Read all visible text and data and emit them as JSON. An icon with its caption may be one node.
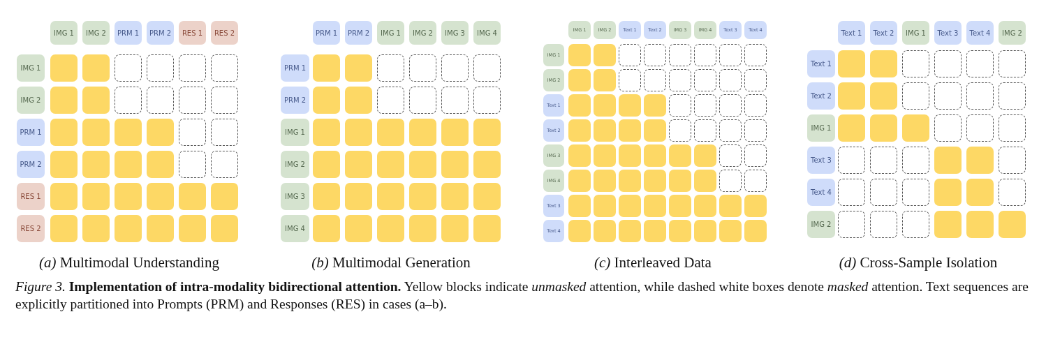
{
  "diagram": {
    "caption": "*Figure 3.* **Implementation of intra-modality bidirectional attention.** Yellow blocks indicate *unmasked* attention, while dashed white boxes denote *masked* attention. Text sequences are explicitly partitioned into Prompts (PRM) and Responses (RES) in cases (a–b).",
    "labels": [
      "*(a)* Multimodal Understanding",
      "*(b)* Multimodal Generation",
      "*(c)* Interleaved Data",
      "*(d)* Cross-Sample Isolation"
    ],
    "nodes": [
      {
        "text": [
          "IMG 1"
        ]
      },
      {
        "text": [
          "IMG 2"
        ]
      },
      {
        "text": [
          "PRM 1"
        ]
      },
      {
        "text": [
          "PRM 2"
        ]
      },
      {
        "text": [
          "RES 1"
        ]
      },
      {
        "text": [
          "RES 2"
        ]
      },
      {
        "text": [
          "IMG 1"
        ]
      },
      {
        "text": [],
        "shape": "block"
      },
      {
        "text": [],
        "shape": "block"
      },
      {
        "text": [],
        "shape": "box"
      },
      {
        "text": [],
        "shape": "box"
      },
      {
        "text": [],
        "shape": "box"
      },
      {
        "text": [],
        "shape": "box"
      },
      {
        "text": [
          "IMG 2"
        ]
      },
      {
        "text": [],
        "shape": "block"
      },
      {
        "text": [],
        "shape": "block"
      },
      {
        "text": [],
        "shape": "box"
      },
      {
        "text": [],
        "shape": "box"
      },
      {
        "text": [],
        "shape": "box"
      },
      {
        "text": [],
        "shape": "box"
      },
      {
        "text": [
          "PRM 1"
        ]
      },
      {
        "text": [],
        "shape": "block"
      },
      {
        "text": [],
        "shape": "block"
      },
      {
        "text": [],
        "shape": "block"
      },
      {
        "text": [],
        "shape": "block"
      },
      {
        "text": [],
        "shape": "box"
      },
      {
        "text": [],
        "shape": "box"
      },
      {
        "text": [
          "PRM 2"
        ]
      },
      {
        "text": [],
        "shape": "block"
      },
      {
        "text": [],
        "shape": "block"
      },
      {
        "text": [],
        "shape": "block"
      },
      {
        "text": [],
        "shape": "block"
      },
      {
        "text": [],
        "shape": "box"
      },
      {
        "text": [],
        "shape": "box"
      },
      {
        "text": [
          "RES 1"
        ]
      },
      {
        "text": [],
        "shape": "block"
      },
      {
        "text": [],
        "shape": "block"
      },
      {
        "text": [],
        "shape": "block"
      },
      {
        "text": [],
        "shape": "block"
      },
      {
        "text": [],
        "shape": "block"
      },
      {
        "text": [],
        "shape": "block"
      },
      {
        "text": [
          "RES 2"
        ]
      },
      {
        "text": [],
        "shape": "block"
      },
      {
        "text": [],
        "shape": "block"
      },
      {
        "text": [],
        "shape": "block"
      },
      {
        "text": [],
        "shape": "block"
      },
      {
        "text": [],
        "shape": "block"
      },
      {
        "text": [],
        "shape": "block"
      },
      {
        "text": [
          "PRM 1"
        ]
      },
      {
        "text": [
          "PRM 2"
        ]
      },
      {
        "text": [
          "IMG 1"
        ]
      },
      {
        "text": [
          "IMG 2"
        ]
      },
      {
        "text": [
          "IMG 3"
        ]
      },
      {
        "text": [
          "IMG 4"
        ]
      },
      {
        "text": [
          "PRM 1"
        ]
      },
      {
        "text": [],
        "shape": "block"
      },
      {
        "text": [],
        "shape": "block"
      },
      {
        "text": [],
        "shape": "box"
      },
      {
        "text": [],
        "shape": "box"
      },
      {
        "text": [],
        "shape": "box"
      },
      {
        "text": [],
        "shape": "box"
      },
      {
        "text": [
          "PRM 2"
        ]
      },
      {
        "text": [],
        "shape": "block"
      },
      {
        "text": [],
        "shape": "block"
      },
      {
        "text": [],
        "shape": "box"
      },
      {
        "text": [],
        "shape": "box"
      },
      {
        "text": [],
        "shape": "box"
      },
      {
        "text": [],
        "shape": "box"
      },
      {
        "text": [
          "IMG 1"
        ]
      },
      {
        "text": [],
        "shape": "block"
      },
      {
        "text": [],
        "shape": "block"
      },
      {
        "text": [],
        "shape": "block"
      },
      {
        "text": [],
        "shape": "block"
      },
      {
        "text": [],
        "shape": "block"
      },
      {
        "text": [],
        "shape": "block"
      },
      {
        "text": [
          "IMG 2"
        ]
      },
      {
        "text": [],
        "shape": "block"
      },
      {
        "text": [],
        "shape": "block"
      },
      {
        "text": [],
        "shape": "block"
      },
      {
        "text": [],
        "shape": "block"
      },
      {
        "text": [],
        "shape": "block"
      },
      {
        "text": [],
        "shape": "block"
      },
      {
        "text": [
          "IMG 3"
        ]
      },
      {
        "text": [],
        "shape": "block"
      },
      {
        "text": [],
        "shape": "block"
      },
      {
        "text": [],
        "shape": "block"
      },
      {
        "text": [],
        "shape": "block"
      },
      {
        "text": [],
        "shape": "block"
      },
      {
        "text": [],
        "shape": "block"
      },
      {
        "text": [
          "IMG 4"
        ]
      },
      {
        "text": [],
        "shape": "block"
      },
      {
        "text": [],
        "shape": "block"
      },
      {
        "text": [],
        "shape": "block"
      },
      {
        "text": [],
        "shape": "block"
      },
      {
        "text": [],
        "shape": "block"
      },
      {
        "text": [],
        "shape": "block"
      },
      {
        "text": [
          "IMG 1"
        ]
      },
      {
        "text": [
          "IMG 2"
        ]
      },
      {
        "text": [
          "Text 1"
        ]
      },
      {
        "text": [
          "Text 2"
        ]
      },
      {
        "text": [
          "IMG 3"
        ]
      },
      {
        "text": [
          "IMG 4"
        ]
      },
      {
        "text": [
          "Text 3"
        ]
      },
      {
        "text": [
          "Text 4"
        ]
      },
      {
        "text": [
          "IMG 1"
        ]
      },
      {
        "text": [],
        "shape": "block"
      },
      {
        "text": [],
        "shape": "block"
      },
      {
        "text": [],
        "shape": "box"
      },
      {
        "text": [],
        "shape": "box"
      },
      {
        "text": [],
        "shape": "box"
      },
      {
        "text": [],
        "shape": "box"
      },
      {
        "text": [],
        "shape": "box"
      },
      {
        "text": [],
        "shape": "box"
      },
      {
        "text": [
          "IMG 2"
        ]
      },
      {
        "text": [],
        "shape": "block"
      },
      {
        "text": [],
        "shape": "block"
      },
      {
        "text": [],
        "shape": "box"
      },
      {
        "text": [],
        "shape": "box"
      },
      {
        "text": [],
        "shape": "box"
      },
      {
        "text": [],
        "shape": "box"
      },
      {
        "text": [],
        "shape": "box"
      },
      {
        "text": [],
        "shape": "box"
      },
      {
        "text": [
          "Text 1"
        ]
      },
      {
        "text": [],
        "shape": "block"
      },
      {
        "text": [],
        "shape": "block"
      },
      {
        "text": [],
        "shape": "block"
      },
      {
        "text": [],
        "shape": "block"
      },
      {
        "text": [],
        "shape": "box"
      },
      {
        "text": [],
        "shape": "box"
      },
      {
        "text": [],
        "shape": "box"
      },
      {
        "text": [],
        "shape": "box"
      },
      {
        "text": [
          "Text 2"
        ]
      },
      {
        "text": [],
        "shape": "block"
      },
      {
        "text": [],
        "shape": "block"
      },
      {
        "text": [],
        "shape": "block"
      },
      {
        "text": [],
        "shape": "block"
      },
      {
        "text": [],
        "shape": "box"
      },
      {
        "text": [],
        "shape": "box"
      },
      {
        "text": [],
        "shape": "box"
      },
      {
        "text": [],
        "shape": "box"
      },
      {
        "text": [
          "IMG 3"
        ]
      },
      {
        "text": [],
        "shape": "block"
      },
      {
        "text": [],
        "shape": "block"
      },
      {
        "text": [],
        "shape": "block"
      },
      {
        "text": [],
        "shape": "block"
      },
      {
        "text": [],
        "shape": "block"
      },
      {
        "text": [],
        "shape": "block"
      },
      {
        "text": [],
        "shape": "box"
      },
      {
        "text": [],
        "shape": "box"
      },
      {
        "text": [
          "IMG 4"
        ]
      },
      {
        "text": [],
        "shape": "block"
      },
      {
        "text": [],
        "shape": "block"
      },
      {
        "text": [],
        "shape": "block"
      },
      {
        "text": [],
        "shape": "block"
      },
      {
        "text": [],
        "shape": "block"
      },
      {
        "text": [],
        "shape": "block"
      },
      {
        "text": [],
        "shape": "box"
      },
      {
        "text": [],
        "shape": "box"
      },
      {
        "text": [
          "Text 3"
        ]
      },
      {
        "text": [],
        "shape": "block"
      },
      {
        "text": [],
        "shape": "block"
      },
      {
        "text": [],
        "shape": "block"
      },
      {
        "text": [],
        "shape": "block"
      },
      {
        "text": [],
        "shape": "block"
      },
      {
        "text": [],
        "shape": "block"
      },
      {
        "text": [],
        "shape": "block"
      },
      {
        "text": [],
        "shape": "block"
      },
      {
        "text": [
          "Text 4"
        ]
      },
      {
        "text": [],
        "shape": "block"
      },
      {
        "text": [],
        "shape": "block"
      },
      {
        "text": [],
        "shape": "block"
      },
      {
        "text": [],
        "shape": "block"
      },
      {
        "text": [],
        "shape": "block"
      },
      {
        "text": [],
        "shape": "block"
      },
      {
        "text": [],
        "shape": "block"
      },
      {
        "text": [],
        "shape": "block"
      },
      {
        "text": [
          "Text 1"
        ]
      },
      {
        "text": [
          "Text 2"
        ]
      },
      {
        "text": [
          "IMG 1"
        ]
      },
      {
        "text": [
          "Text 3"
        ]
      },
      {
        "text": [
          "Text 4"
        ]
      },
      {
        "text": [
          "IMG 2"
        ]
      },
      {
        "text": [
          "Text 1"
        ]
      },
      {
        "text": [],
        "shape": "block"
      },
      {
        "text": [],
        "shape": "block"
      },
      {
        "text": [],
        "shape": "box"
      },
      {
        "text": [],
        "shape": "box"
      },
      {
        "text": [],
        "shape": "box"
      },
      {
        "text": [],
        "shape": "box"
      },
      {
        "text": [
          "Text 2"
        ]
      },
      {
        "text": [],
        "shape": "block"
      },
      {
        "text": [],
        "shape": "block"
      },
      {
        "text": [],
        "shape": "box"
      },
      {
        "text": [],
        "shape": "box"
      },
      {
        "text": [],
        "shape": "box"
      },
      {
        "text": [],
        "shape": "box"
      },
      {
        "text": [
          "IMG 1"
        ]
      },
      {
        "text": [],
        "shape": "block"
      },
      {
        "text": [],
        "shape": "block"
      },
      {
        "text": [],
        "shape": "block"
      },
      {
        "text": [],
        "shape": "box"
      },
      {
        "text": [],
        "shape": "box"
      },
      {
        "text": [],
        "shape": "box"
      },
      {
        "text": [
          "Text 3"
        ]
      },
      {
        "text": [],
        "shape": "box"
      },
      {
        "text": [],
        "shape": "box"
      },
      {
        "text": [],
        "shape": "box"
      },
      {
        "text": [],
        "shape": "block"
      },
      {
        "text": [],
        "shape": "block"
      },
      {
        "text": [],
        "shape": "box"
      },
      {
        "text": [
          "Text 4"
        ]
      },
      {
        "text": [],
        "shape": "box"
      },
      {
        "text": [],
        "shape": "box"
      },
      {
        "text": [],
        "shape": "box"
      },
      {
        "text": [],
        "shape": "block"
      },
      {
        "text": [],
        "shape": "block"
      },
      {
        "text": [],
        "shape": "box"
      },
      {
        "text": [
          "IMG 2"
        ]
      },
      {
        "text": [],
        "shape": "box"
      },
      {
        "text": [],
        "shape": "box"
      },
      {
        "text": [],
        "shape": "box"
      },
      {
        "text": [],
        "shape": "block"
      },
      {
        "text": [],
        "shape": "block"
      },
      {
        "text": [],
        "shape": "block"
      }
    ]
  }
}
